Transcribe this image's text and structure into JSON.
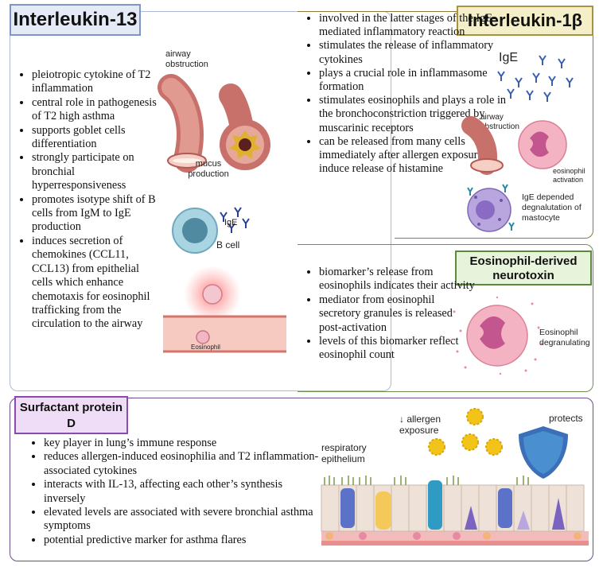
{
  "il13": {
    "title": "Interleukin-13",
    "bullets": [
      "pleiotropic cytokine of T2 inflammation",
      "central role in pathogenesis of T2 high asthma",
      "supports goblet cells differentiation",
      "strongly participate on bronchial hyperresponsiveness",
      "promotes isotype shift of B cells from IgM to IgE production",
      "induces secretion of chemokines (CCL11, CCL13) from epithelial cells which enhance chemotaxis for eosinophil trafficking from the circulation to the airway"
    ],
    "labels": {
      "airway_obstruction": "airway obstruction",
      "mucus_production": "mucus production",
      "ige": "IgE",
      "b_cell": "B cell",
      "eosinophil": "Eosinophil"
    }
  },
  "il1b": {
    "title": "Interleukin-1β",
    "bullets": [
      "involved in the latter stages of the IgE-mediated inflammatory reaction",
      "stimulates the release of inflammatory cytokines",
      "plays a crucial role in inflammasome formation",
      "stimulates eosinophils and plays a role in the bronchoconstriction triggered by muscarinic receptors",
      "can be released from many cells immediately after allergen exposure to induce release of histamine"
    ],
    "labels": {
      "ige": "IgE",
      "airway_obstruction": "airway obstruction",
      "eosinophil_activation": "eosinophil activation",
      "ige_degranulation": "IgE depended degnalutation of mastocyte"
    }
  },
  "edn": {
    "title": "Eosinophil-derived neurotoxin",
    "bullets": [
      "biomarker’s release from eosinophils indicates their activity",
      "mediator from eosinophil secretory granules is released post-activation",
      "levels of this biomarker reflect eosinophil count"
    ],
    "labels": {
      "eosinophil_degranulating": "Eosinophil degranulating"
    }
  },
  "sp": {
    "title": "Surfactant protein D",
    "bullets": [
      "key player in lung’s immune response",
      "reduces allergen-induced eosinophilia and T2 inflammation-associated cytokines",
      "interacts with IL-13, affecting each other’s synthesis inversely",
      "elevated levels are associated with severe bronchial asthma symptoms",
      "potential predictive marker for asthma flares"
    ],
    "labels": {
      "allergen_exposure": "↓ allergen exposure",
      "protects": "protects",
      "respiratory_epithelium": "respiratory epithelium"
    }
  },
  "colors": {
    "il13": "#7f95c6",
    "il1b": "#a8933f",
    "edn": "#5b8a3a",
    "sp": "#8a4ca8"
  }
}
